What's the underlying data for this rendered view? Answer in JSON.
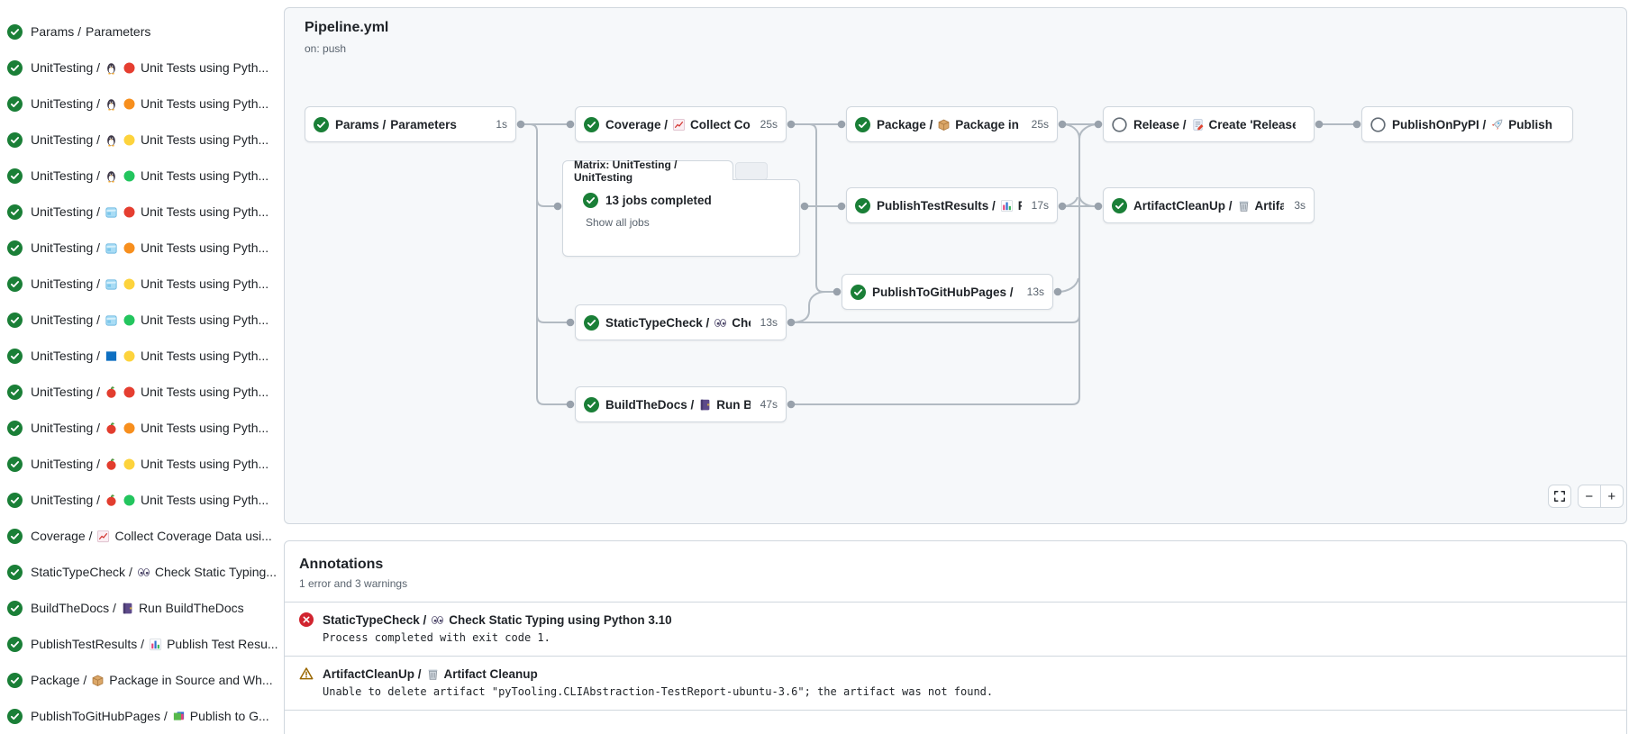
{
  "pipeline": {
    "title": "Pipeline.yml",
    "trigger": "on: push",
    "nodes": [
      {
        "id": "params",
        "status": "success",
        "job": "Params",
        "icons": [],
        "name": "Parameters",
        "duration": "1s"
      },
      {
        "id": "coverage",
        "status": "success",
        "job": "Coverage",
        "icons": [
          "chart-up"
        ],
        "name": "Collect Cove...",
        "duration": "25s"
      },
      {
        "id": "package",
        "status": "success",
        "job": "Package",
        "icons": [
          "package"
        ],
        "name": "Package in So...",
        "duration": "25s"
      },
      {
        "id": "release",
        "status": "skipped",
        "job": "Release",
        "icons": [
          "memo"
        ],
        "name": "Create 'Release P...",
        "duration": ""
      },
      {
        "id": "pypi",
        "status": "skipped",
        "job": "PublishOnPyPI",
        "icons": [
          "rocket"
        ],
        "name": "Publish to ...",
        "duration": ""
      },
      {
        "id": "ptr",
        "status": "success",
        "job": "PublishTestResults",
        "icons": [
          "bar-chart"
        ],
        "name": "Pu...",
        "duration": "17s"
      },
      {
        "id": "acu",
        "status": "success",
        "job": "ArtifactCleanUp",
        "icons": [
          "trash"
        ],
        "name": "Artifac...",
        "duration": "3s"
      },
      {
        "id": "ptghp",
        "status": "success",
        "job": "PublishToGitHubPages",
        "icons": [
          "pages"
        ],
        "name": "...",
        "duration": "13s"
      },
      {
        "id": "stc",
        "status": "success",
        "job": "StaticTypeCheck",
        "icons": [
          "eyes"
        ],
        "name": "Chec...",
        "duration": "13s"
      },
      {
        "id": "btd",
        "status": "success",
        "job": "BuildTheDocs",
        "icons": [
          "notebook"
        ],
        "name": "Run Buil...",
        "duration": "47s"
      }
    ],
    "matrix": {
      "tab": "Matrix: UnitTesting / UnitTesting",
      "status": "13 jobs completed",
      "link": "Show all jobs"
    },
    "controls": {
      "minus": "−",
      "plus": "+"
    }
  },
  "sidebar": {
    "jobs": [
      {
        "job": "Params",
        "icons": [],
        "name": "Parameters"
      },
      {
        "job": "UnitTesting",
        "icons": [
          "penguin",
          "circle-red"
        ],
        "name": "Unit Tests using Pyth..."
      },
      {
        "job": "UnitTesting",
        "icons": [
          "penguin",
          "circle-orange"
        ],
        "name": "Unit Tests using Pyth..."
      },
      {
        "job": "UnitTesting",
        "icons": [
          "penguin",
          "circle-yellow"
        ],
        "name": "Unit Tests using Pyth..."
      },
      {
        "job": "UnitTesting",
        "icons": [
          "penguin",
          "circle-green"
        ],
        "name": "Unit Tests using Pyth..."
      },
      {
        "job": "UnitTesting",
        "icons": [
          "icecube",
          "circle-red"
        ],
        "name": "Unit Tests using Pyth..."
      },
      {
        "job": "UnitTesting",
        "icons": [
          "icecube",
          "circle-orange"
        ],
        "name": "Unit Tests using Pyth..."
      },
      {
        "job": "UnitTesting",
        "icons": [
          "icecube",
          "circle-yellow"
        ],
        "name": "Unit Tests using Pyth..."
      },
      {
        "job": "UnitTesting",
        "icons": [
          "icecube",
          "circle-green"
        ],
        "name": "Unit Tests using Pyth..."
      },
      {
        "job": "UnitTesting",
        "icons": [
          "windows",
          "circle-yellow"
        ],
        "name": "Unit Tests using Pyth..."
      },
      {
        "job": "UnitTesting",
        "icons": [
          "apple",
          "circle-red"
        ],
        "name": "Unit Tests using Pyth..."
      },
      {
        "job": "UnitTesting",
        "icons": [
          "apple",
          "circle-orange"
        ],
        "name": "Unit Tests using Pyth..."
      },
      {
        "job": "UnitTesting",
        "icons": [
          "apple",
          "circle-yellow"
        ],
        "name": "Unit Tests using Pyth..."
      },
      {
        "job": "UnitTesting",
        "icons": [
          "apple",
          "circle-green"
        ],
        "name": "Unit Tests using Pyth..."
      },
      {
        "job": "Coverage",
        "icons": [
          "chart-up"
        ],
        "name": "Collect Coverage Data usi..."
      },
      {
        "job": "StaticTypeCheck",
        "icons": [
          "eyes"
        ],
        "name": "Check Static Typing..."
      },
      {
        "job": "BuildTheDocs",
        "icons": [
          "notebook"
        ],
        "name": "Run BuildTheDocs"
      },
      {
        "job": "PublishTestResults",
        "icons": [
          "bar-chart"
        ],
        "name": "Publish Test Resu..."
      },
      {
        "job": "Package",
        "icons": [
          "package"
        ],
        "name": "Package in Source and Wh..."
      },
      {
        "job": "PublishToGitHubPages",
        "icons": [
          "pages"
        ],
        "name": "Publish to G..."
      }
    ]
  },
  "annotations": {
    "title": "Annotations",
    "summary": "1 error and 3 warnings",
    "items": [
      {
        "level": "error",
        "job": "StaticTypeCheck",
        "icons": [
          "eyes"
        ],
        "name": "Check Static Typing using Python 3.10",
        "message": "Process completed with exit code 1."
      },
      {
        "level": "warning",
        "job": "ArtifactCleanUp",
        "icons": [
          "trash"
        ],
        "name": "Artifact Cleanup",
        "message": "Unable to delete artifact \"pyTooling.CLIAbstraction-TestReport-ubuntu-3.6\"; the artifact was not found."
      }
    ]
  },
  "colors": {
    "success": "#1a7f37",
    "skipped": "#646d76",
    "error": "#d1242f",
    "warning": "#9a6700",
    "edge": "#b2bac2",
    "port": "#98a1ab"
  }
}
